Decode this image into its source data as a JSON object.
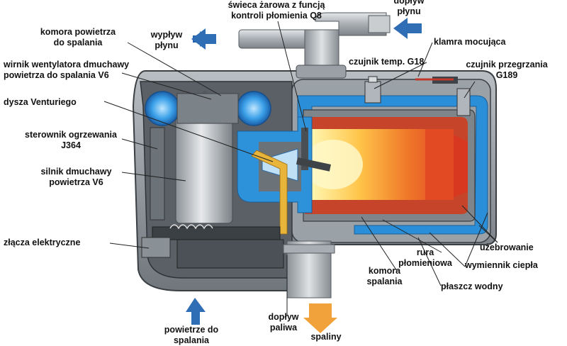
{
  "labels": {
    "glow_plug": "świeca żarowa z funcją\nkontroli płomienia Q8",
    "fluid_inlet": "dopływ\npłynu",
    "combustion_air_chamber": "komora powietrza\ndo spalania",
    "fluid_outlet": "wypływ\npłynu",
    "mounting_clamp": "klamra mocująca",
    "temp_sensor": "czujnik temp. G18",
    "blower_impeller": "wirnik wentylatora dmuchawy\npowietrza do spalania V6",
    "overheat_sensor": "czujnik przegrzania\nG189",
    "venturi_nozzle": "dysza Venturiego",
    "controller": "sterownik ogrzewania\nJ364",
    "blower_motor": "silnik dmuchawy\npowietrza V6",
    "electrical_connectors": "złącza elektryczne",
    "ribbing": "użebrowanie",
    "flame_tube": "rura\npłomieniowa",
    "heat_exchanger": "wymiennik ciepła",
    "combustion_chamber": "komora\nspalania",
    "water_jacket": "płaszcz wodny",
    "fuel_inlet": "dopływ\npaliwa",
    "combustion_air_inlet": "powietrze do\nspalania",
    "exhaust": "spaliny"
  },
  "colors": {
    "arrow_blue": "#2f6db5",
    "arrow_orange": "#f2a23a",
    "housing": "#8d949a",
    "water_blue": "#2a8fd8",
    "flame_red": "#e8452a",
    "fan_blue": "#3aa0e8"
  }
}
